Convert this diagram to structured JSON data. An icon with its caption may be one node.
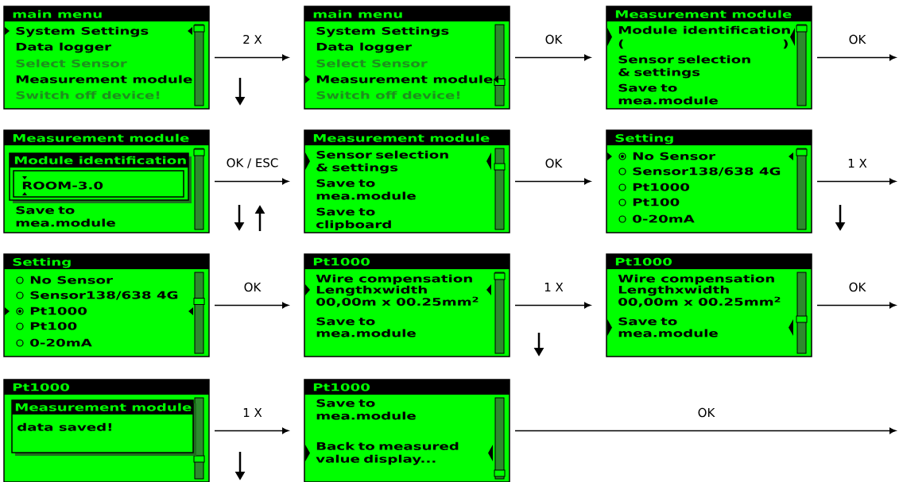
{
  "diagram": {
    "nodes": [
      {
        "text": [
          "main menu",
          "System Settings",
          "Data logger",
          "Select Sensor",
          "Measurement module",
          "Switch off device!"
        ]
      },
      {
        "text": [
          "main menu",
          "System Settings",
          "Data logger",
          "Select Sensor",
          "Measurement module",
          "Switch off device!"
        ]
      },
      {
        "text": [
          "Measurement module",
          "Module identification",
          "(",
          ")",
          "Sensor selection & settings",
          "Save to mea.module"
        ]
      },
      {
        "text": [
          "Measurement module",
          "Save to mea.module"
        ]
      },
      {
        "text": [
          "Module identification",
          "ROOM-3.0"
        ],
        "in": 3
      },
      {
        "text": [
          "Measurement module",
          "Sensor selection & settings",
          "Save to mea.module",
          "Save to clipboard"
        ]
      },
      {
        "text": [
          "Setting",
          "No Sensor",
          "Sensor138/638 4G",
          "Pt1000",
          "Pt100",
          "0-20mA"
        ]
      },
      {
        "text": [
          "Setting",
          "No Sensor",
          "Sensor138/638 4G",
          "Pt1000",
          "Pt100",
          "0-20mA"
        ]
      },
      {
        "text": [
          "Pt1000",
          "Wire compensation",
          "Lengthxwidth",
          "00,00m x 00.25mm$^{2}$",
          "Save to mea.module"
        ]
      },
      {
        "text": [
          "Pt1000",
          "Wire compensation",
          "Lengthxwidth",
          "00,00m x 00.25mm$^{2}$",
          "Save to mea.module"
        ]
      },
      {
        "text": [
          "Pt1000"
        ]
      },
      {
        "text": [
          "Measurement module",
          "data saved!"
        ],
        "in": 10
      },
      {
        "text": [
          "Pt1000",
          "Save to mea.module",
          "Back to measured value display..."
        ]
      }
    ],
    "edges": [
      {
        "from": 0,
        "to": 1,
        "arrow": "to",
        "label": "2 X"
      },
      {
        "from": 1,
        "to": 2,
        "arrow": "to",
        "label": "OK"
      },
      {
        "from": 2,
        "to": null,
        "arrow": "to",
        "label": "OK"
      },
      {
        "from": 3,
        "to": 5,
        "arrow": "to",
        "label": "OK / ESC"
      },
      {
        "from": 5,
        "to": 6,
        "arrow": "to",
        "label": "OK"
      },
      {
        "from": 6,
        "to": null,
        "arrow": "to",
        "label": "1 X"
      },
      {
        "from": 7,
        "to": 8,
        "arrow": "to",
        "label": "OK"
      },
      {
        "from": 8,
        "to": 9,
        "arrow": "to",
        "label": "1 X"
      },
      {
        "from": 9,
        "to": null,
        "arrow": "to",
        "label": "OK"
      },
      {
        "from": 10,
        "to": 12,
        "arrow": "to",
        "label": "1 X"
      },
      {
        "from": 12,
        "to": null,
        "arrow": "to",
        "label": "OK"
      }
    ]
  }
}
